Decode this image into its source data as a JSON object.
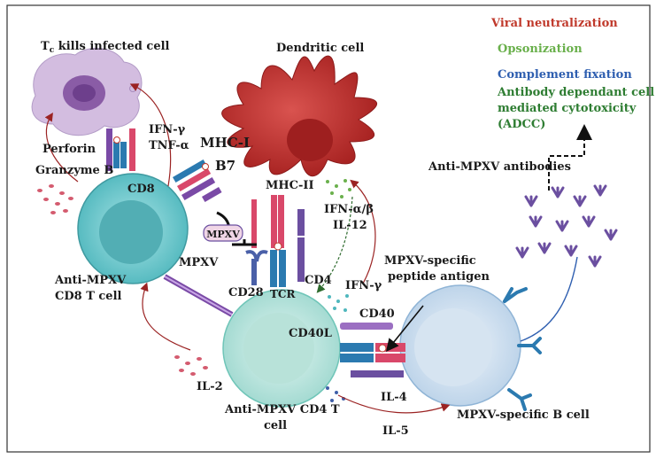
{
  "legend": {
    "viral_neutralization": "Viral neutralization",
    "opsonization": "Opsonization",
    "complement_fixation": "Complement fixation",
    "adcc_line1": "Antibody dependant cell",
    "adcc_line2": "mediated cytotoxicity",
    "adcc_line3": "(ADCC)"
  },
  "colors": {
    "viral_neutralization": "#c0392b",
    "opsonization": "#6ab04c",
    "complement_fixation": "#2f5fb0",
    "adcc": "#2e7d32",
    "dendritic": "#c0302f",
    "cd8_cell": "#7fd3d6",
    "cd4_cell": "#bfe8e2",
    "b_cell": "#d6e6f2",
    "infected_cell": "#c9aed6",
    "antibody": "#6b4fa0"
  },
  "labels": {
    "tc_kills_prefix": "T",
    "tc_kills_sub": "c",
    "tc_kills_rest": " kills infected cell",
    "dendritic_cell": "Dendritic cell",
    "perforin": "Perforin",
    "granzyme": "Granzyme B",
    "ifn_gamma_top": "IFN-γ",
    "tnf_alpha": "TNF-α",
    "mhc1": "MHC-I",
    "b7": "B7",
    "cd8": "CD8",
    "mhc2": "MHC-II",
    "ifn_ab": "IFN-α/β",
    "il12": "IL-12",
    "mpxv_box": "MPXV",
    "mpxv_side": "MPXV",
    "cd28": "CD28",
    "tcr": "TCR",
    "cd4": "CD4",
    "ifn_gamma_mid": "IFN-γ",
    "anti_mpxv_cd8_1": "Anti-MPXV",
    "anti_mpxv_cd8_2": "CD8 T cell",
    "peptide_1": "MPXV-specific",
    "peptide_2": "peptide antigen",
    "cd40": "CD40",
    "cd40l": "CD40L",
    "il2": "IL-2",
    "il4": "IL-4",
    "il5": "IL-5",
    "anti_cd4_1": "Anti-MPXV CD4 T",
    "anti_cd4_2": "cell",
    "b_cell": "MPXV-specific B cell",
    "anti_antibodies": "Anti-MPXV antibodies"
  }
}
